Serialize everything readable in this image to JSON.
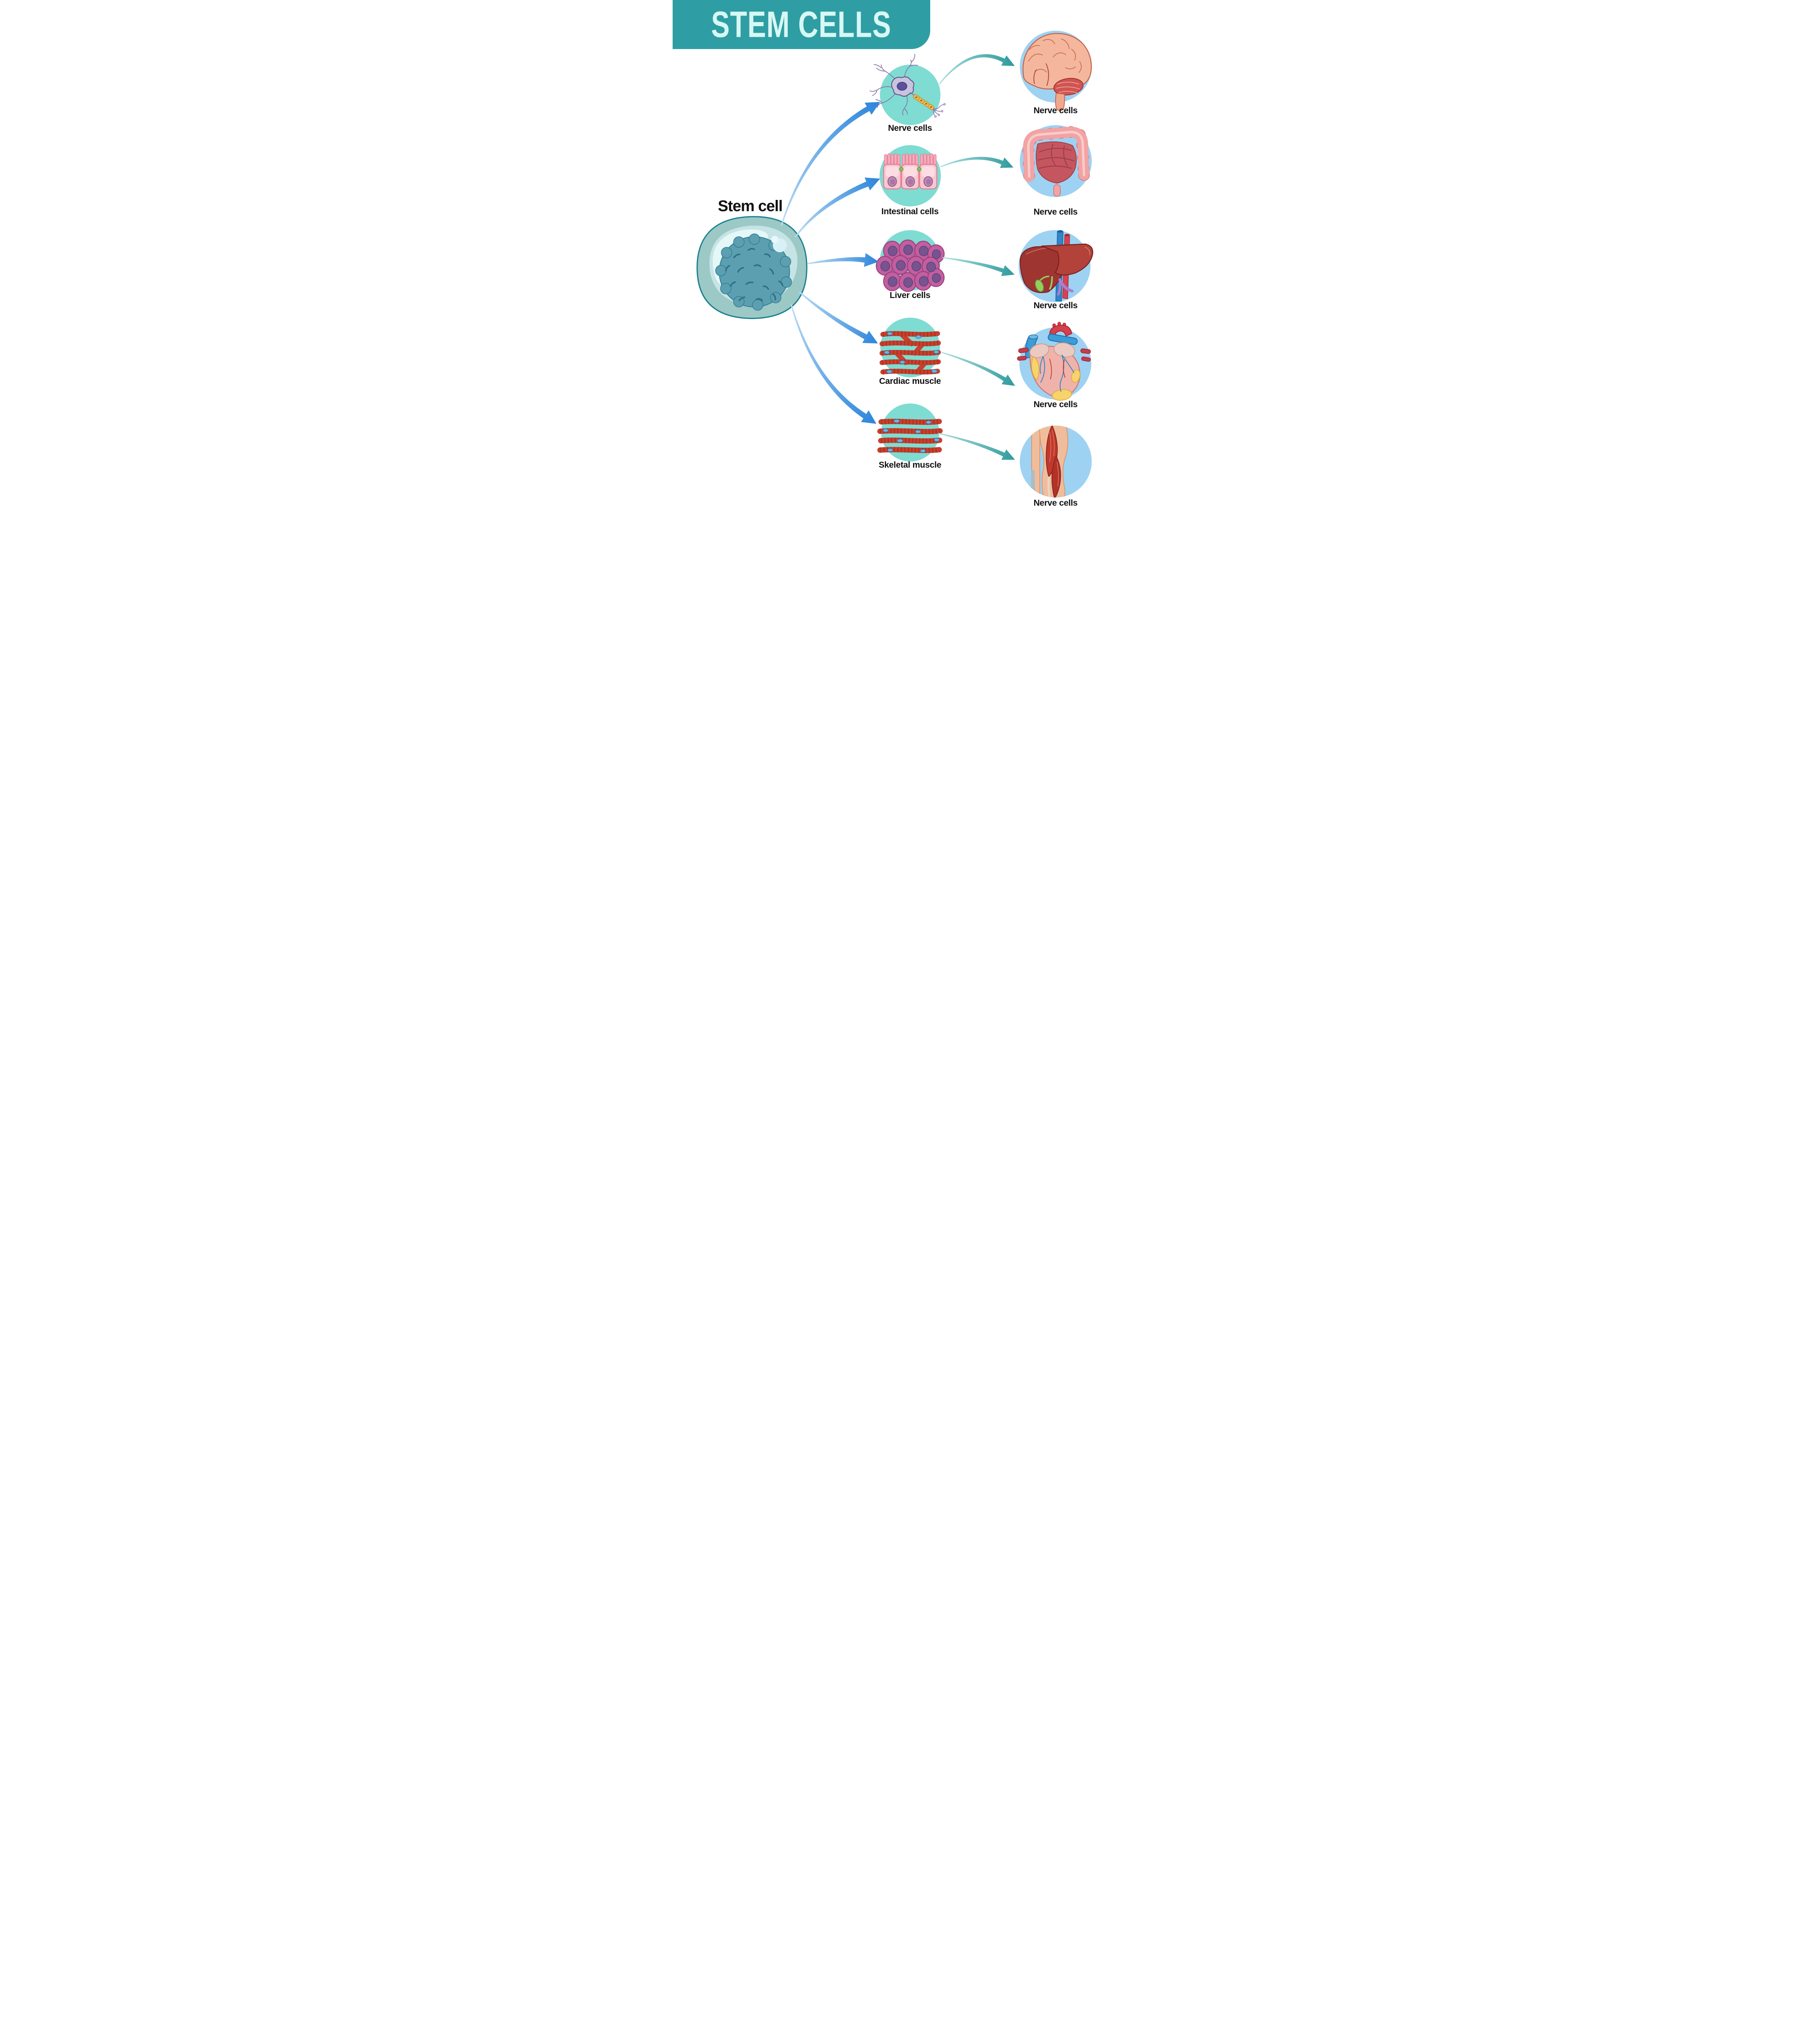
{
  "title": "STEM CELLS",
  "stem_cell": {
    "label": "Stem cell",
    "icon": "stem-cell-icon"
  },
  "rows": [
    {
      "cell_label": "Nerve cells",
      "cell_icon": "neuron-icon",
      "organ_label": "Nerve cells",
      "organ_icon": "brain-icon"
    },
    {
      "cell_label": "Intestinal cells",
      "cell_icon": "intestinal-epithelium-icon",
      "organ_label": "Nerve cells",
      "organ_icon": "intestine-icon"
    },
    {
      "cell_label": "Liver cells",
      "cell_icon": "liver-cells-icon",
      "organ_label": "Nerve cells",
      "organ_icon": "liver-icon"
    },
    {
      "cell_label": "Cardiac muscle",
      "cell_icon": "cardiac-muscle-fibers-icon",
      "organ_label": "Nerve cells",
      "organ_icon": "heart-icon"
    },
    {
      "cell_label": "Skeletal muscle",
      "cell_icon": "skeletal-muscle-fibers-icon",
      "organ_label": "Nerve cells",
      "organ_icon": "leg-muscle-icon"
    }
  ],
  "colors": {
    "banner_teal": "#2E9EA4",
    "title_text": "#D7F8F4",
    "label_text": "#111111",
    "cell_circle_teal": "#7EDCD2",
    "organ_circle_blue": "#9ED2F3",
    "arrow_blue": "#2C85DA",
    "arrow_blue_light": "#BBDCF6",
    "arrow_teal": "#2E9A9D",
    "arrow_teal_light": "#AEE0DF"
  }
}
